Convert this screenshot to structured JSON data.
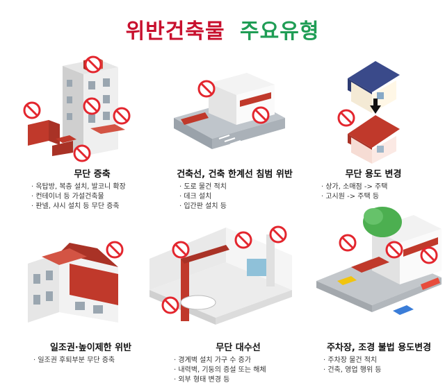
{
  "title": {
    "part1": "위반건축물",
    "part2": "주요유형"
  },
  "items": [
    {
      "head": "무단 증축",
      "bullets": [
        "· 옥탑방, 복층 설치, 발코니 확장",
        "· 컨테이너 등 가설건축물",
        "· 판넬, 샤시 설치 등 무단 증축"
      ]
    },
    {
      "head": "건축선, 건축 한계선 침범 위반",
      "bullets": [
        "· 도로 물건 적치",
        "· 데크 설치",
        "· 입간판 설치 등"
      ]
    },
    {
      "head": "무단 용도 변경",
      "bullets": [
        "· 상가, 소매점 -> 주택",
        "· 고시원 -> 주택 등"
      ]
    },
    {
      "head": "일조권·높이제한 위반",
      "bullets": [
        "· 일조권 후퇴부분 무단 증축"
      ]
    },
    {
      "head": "무단 대수선",
      "bullets": [
        "· 경계벽 설치 가구 수 증가",
        "· 내력벽, 기둥의 증설 또는 해체",
        "· 외부 형태 변경 등"
      ]
    },
    {
      "head": "주차장, 조경 불법 용도변경",
      "bullets": [
        "· 주차장 물건 적치",
        "· 건축, 영업 행위 등"
      ]
    }
  ],
  "colors": {
    "title_red": "#c8102e",
    "title_green": "#1f9d55",
    "prohibit_red": "#e3262e",
    "brick": "#c0392b"
  },
  "icons": [
    "prohibited-icon",
    "arrow-down-icon"
  ]
}
